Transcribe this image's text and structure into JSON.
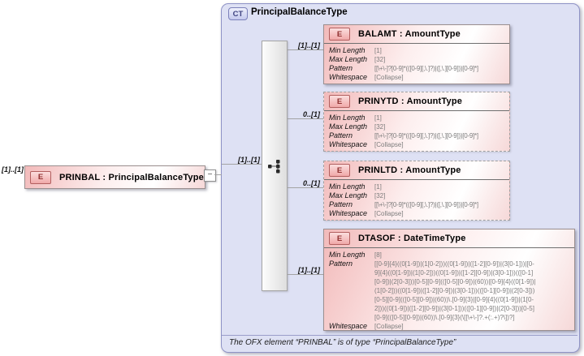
{
  "diagram": {
    "root": {
      "cardinality": "[1]..[1]",
      "icon": "E",
      "title": "PRINBAL : PrincipalBalanceType",
      "collapse_glyph": "−"
    },
    "container": {
      "badge": "CT",
      "title": "PrincipalBalanceType",
      "compositor": {
        "icon": "sequence",
        "cardinality": "[1]..[1]"
      },
      "footnote": "The OFX element “PRINBAL” is of type “PrincipalBalanceType”"
    },
    "elements": [
      {
        "icon": "E",
        "title": "BALAMT : AmountType",
        "cardinality": "[1]..[1]",
        "optional": false,
        "facets": [
          {
            "name": "Min Length",
            "value": "[1]"
          },
          {
            "name": "Max Length",
            "value": "[32]"
          },
          {
            "name": "Pattern",
            "value": "[[\\+\\-]?[0-9]*(([0-9][,\\.]?)|([,\\.][0-9]))[0-9]*]"
          },
          {
            "name": "Whitespace",
            "value": "[Collapse]"
          }
        ]
      },
      {
        "icon": "E",
        "title": "PRINYTD : AmountType",
        "cardinality": "0..[1]",
        "optional": true,
        "facets": [
          {
            "name": "Min Length",
            "value": "[1]"
          },
          {
            "name": "Max Length",
            "value": "[32]"
          },
          {
            "name": "Pattern",
            "value": "[[\\+\\-]?[0-9]*(([0-9][,\\.]?)|([,\\.][0-9]))[0-9]*]"
          },
          {
            "name": "Whitespace",
            "value": "[Collapse]"
          }
        ]
      },
      {
        "icon": "E",
        "title": "PRINLTD : AmountType",
        "cardinality": "0..[1]",
        "optional": true,
        "facets": [
          {
            "name": "Min Length",
            "value": "[1]"
          },
          {
            "name": "Max Length",
            "value": "[32]"
          },
          {
            "name": "Pattern",
            "value": "[[\\+\\-]?[0-9]*(([0-9][,\\.]?)|([,\\.][0-9]))[0-9]*]"
          },
          {
            "name": "Whitespace",
            "value": "[Collapse]"
          }
        ]
      },
      {
        "icon": "E",
        "title": "DTASOF : DateTimeType",
        "cardinality": "[1]..[1]",
        "optional": false,
        "facets": [
          {
            "name": "Min Length",
            "value": "[8]"
          },
          {
            "name": "Pattern",
            "value": "[[0-9]{4}((0[1-9])|(1[0-2]))((0[1-9])|([1-2][0-9])|(3[0-1]))|[0-9]{4}((0[1-9])|(1[0-2]))((0[1-9])|([1-2][0-9])|(3[0-1]))(([0-1][0-9])|(2[0-3]))[0-5][0-9](([0-5][0-9])|(60))|[0-9]{4}((0[1-9])|(1[0-2]))((0[1-9])|([1-2][0-9])|(3[0-1]))(([0-1][0-9])|(2[0-3]))[0-5][0-9](([0-5][0-9])|(60))\\.[0-9]{3}|[0-9]{4}((0[1-9])|(1[0-2]))((0[1-9])|([1-2][0-9])|(3[0-1]))(([0-1][0-9])|(2[0-3]))[0-5][0-9](([0-5][0-9])|(60))\\.[0-9]{3}(\\[[\\+\\-]?.+(:.+)?\\])?]"
          },
          {
            "name": "Whitespace",
            "value": "[Collapse]"
          }
        ]
      }
    ],
    "colors": {
      "container_fill": "#dee1f4",
      "container_border": "#8f93c6",
      "element_fill": "#f2baba",
      "element_border": "#9b8f8f",
      "facet_value_text": "#7d7d7d",
      "connector_line": "#a3a3a3"
    }
  }
}
